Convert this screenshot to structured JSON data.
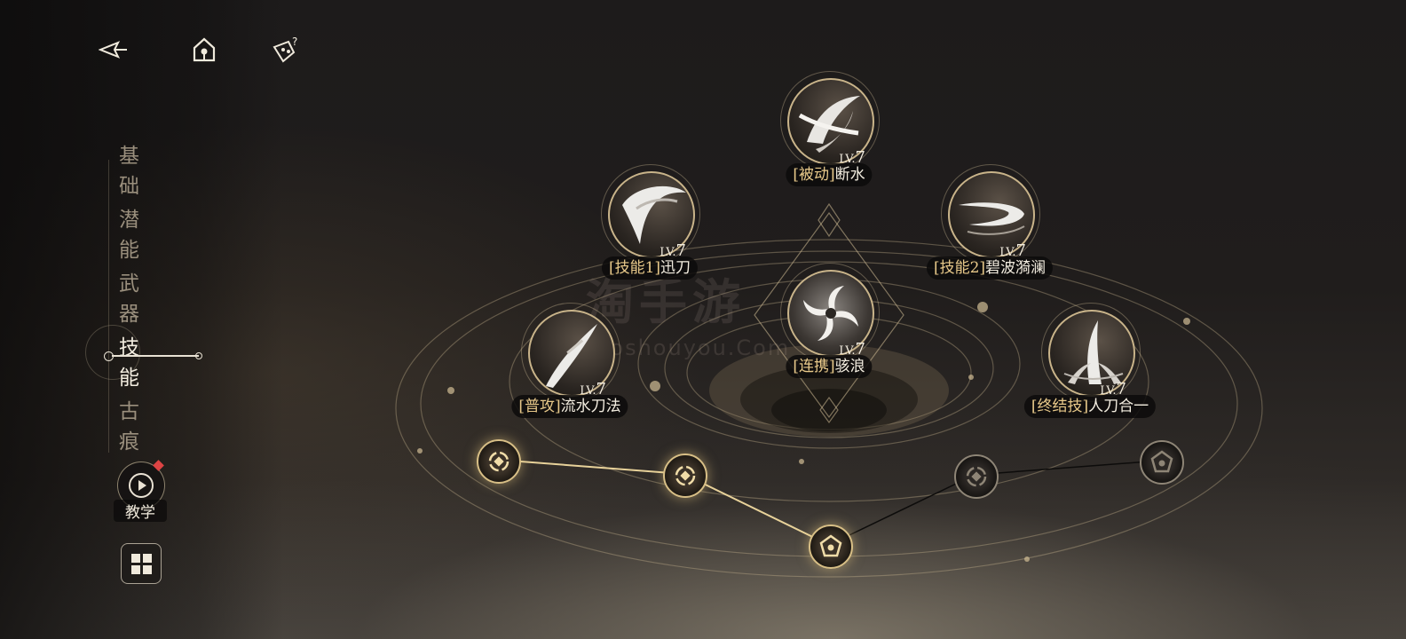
{
  "top_bar": {
    "icons": [
      "back-arrow-icon",
      "home-icon",
      "help-hint-icon"
    ]
  },
  "side_nav": {
    "items": [
      {
        "label": "基础",
        "active": false
      },
      {
        "label": "潜能",
        "active": false
      },
      {
        "label": "武器",
        "active": false
      },
      {
        "label": "技能",
        "active": true
      },
      {
        "label": "古痕",
        "active": false
      }
    ],
    "tutorial_label": "教学",
    "tutorial_has_notification": true
  },
  "skills": [
    {
      "id": "passive",
      "tag": "[被动]",
      "name": "断水",
      "level_prefix": "LV.",
      "level": "7"
    },
    {
      "id": "skill1",
      "tag": "[技能1]",
      "name": "迅刀",
      "level_prefix": "LV.",
      "level": "7"
    },
    {
      "id": "skill2",
      "tag": "[技能2]",
      "name": "碧波漪澜",
      "level_prefix": "LV.",
      "level": "7"
    },
    {
      "id": "combo",
      "tag": "[连携]",
      "name": "骇浪",
      "level_prefix": "LV.",
      "level": "7"
    },
    {
      "id": "normal",
      "tag": "[普攻]",
      "name": "流水刀法",
      "level_prefix": "LV.",
      "level": "7"
    },
    {
      "id": "ultimate",
      "tag": "[终结技]",
      "name": "人刀合一",
      "level_prefix": "LV.",
      "level": "7"
    }
  ],
  "talent_nodes": [
    {
      "icon": "swirl-node-icon",
      "unlocked": true
    },
    {
      "icon": "swirl-node-icon",
      "unlocked": true
    },
    {
      "icon": "flower-node-icon",
      "unlocked": true
    },
    {
      "icon": "swirl-node-icon",
      "unlocked": false
    },
    {
      "icon": "flower-node-icon",
      "unlocked": false
    }
  ],
  "watermark": {
    "main": "淘手游",
    "sub": "Taoshouyou.Com"
  },
  "colors": {
    "accent_gold": "#d8bf86",
    "tag_gold": "#e8c98a",
    "alert_red": "#dd4444",
    "text_light": "#f3ede0",
    "nav_inactive": "#9a8f7d"
  }
}
